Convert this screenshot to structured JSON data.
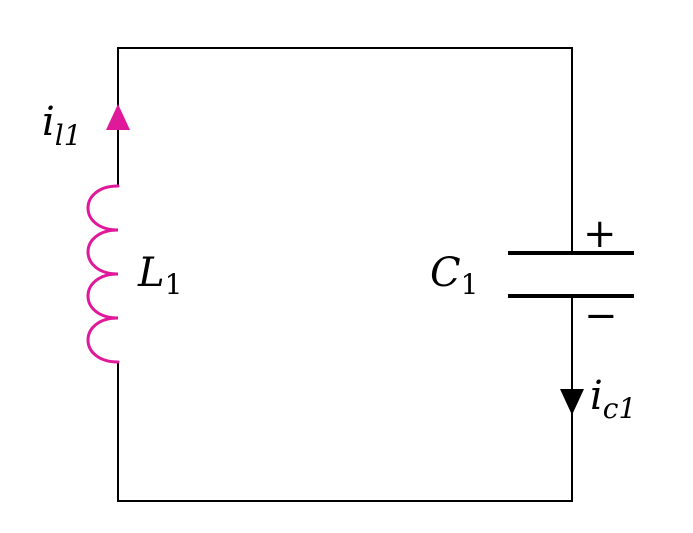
{
  "colors": {
    "wire": "#000000",
    "inductor": "#e0189a",
    "background": "#ffffff"
  },
  "labels": {
    "inductor_current": {
      "main": "i",
      "sub": "l1"
    },
    "inductor": {
      "main": "L",
      "sub": "1"
    },
    "capacitor": {
      "main": "C",
      "sub": "1"
    },
    "capacitor_current": {
      "main": "i",
      "sub": "c1"
    },
    "plus": "+",
    "minus": "−"
  }
}
